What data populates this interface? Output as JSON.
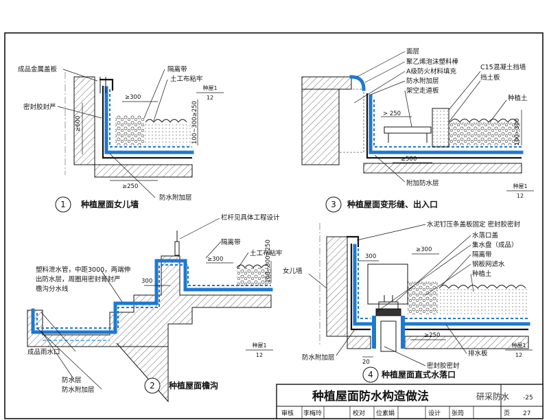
{
  "sheet": {
    "title": "种植屋面防水构造做法",
    "page_code": "-25",
    "page_number": "27",
    "watermark": "研采防水",
    "title_block": [
      "审核",
      "李梅玲",
      "校对",
      "位素娟",
      "设计",
      "张筠",
      "页"
    ]
  },
  "d1": {
    "num": "1",
    "caption": "种植屋面女儿墙",
    "ref_top": "种屋1",
    "ref_bottom": "12",
    "labels": {
      "cap_plate": "成品金属盖板",
      "sealant": "密封胶封严",
      "isolation": "隔离带",
      "geotextile": "土工布粘牢",
      "dim_300": "≥300",
      "dim_600": "≥600",
      "dim_250": "≥250",
      "dim_range": "100~300≥250",
      "additional": "防水附加层"
    }
  },
  "d3": {
    "num": "3",
    "caption": "种植屋面变形缝、出入口",
    "ref_top": "种屋1",
    "ref_bottom": "12",
    "labels": {
      "surface": "面层",
      "pe_rod": "聚乙烯泡沫塑料棒",
      "fire_fill": "A级防火材料填充",
      "wp_add": "防水附加层",
      "walk_board": "架空走道板",
      "c15_wall": "C15混凝土挡墙",
      "retain_board": "挡土板",
      "soil": "种植土",
      "dim_250": "> 250",
      "dim_500": "≥500",
      "dim_range": "100~300",
      "add_wp": "附加防水层"
    }
  },
  "d2": {
    "num": "2",
    "caption": "种植屋面檐沟",
    "ref_top": "种屋1",
    "ref_bottom": "12",
    "labels": {
      "railing": "栏杆见具体工程设计",
      "isolation": "隔离带",
      "geotextile": "土工布粘牢",
      "dim_300": "≥300",
      "dim_300b": "300",
      "dim_range": "100~300≥250",
      "pipe_1": "塑料泄水管，中距3000，两端伸",
      "pipe_2": "出防水层，周圈用密封膏封严",
      "pipe_3": "檐沟分水线",
      "outlet": "成品雨水口",
      "wp": "防水层",
      "wp_add": "防水附加层"
    }
  },
  "d4": {
    "num": "4",
    "caption": "种植屋面直式水落口",
    "ref_top": "种屋1",
    "ref_bottom": "12",
    "labels": {
      "nail": "水泥钉压条盖板固定 密封胶密封",
      "cover": "水落口盖",
      "collector": "集水盘（成品）",
      "isolation": "隔离带",
      "mesh": "钢板网滤水",
      "soil": "种植土",
      "parapet": "女儿墙",
      "dim_300": "300",
      "dim_300b": "≥300",
      "dim_250": "≥250",
      "dim_20": "20",
      "drain_board": "排水板",
      "wp_add": "防水附加层",
      "sealant": "密封胶密封"
    }
  }
}
